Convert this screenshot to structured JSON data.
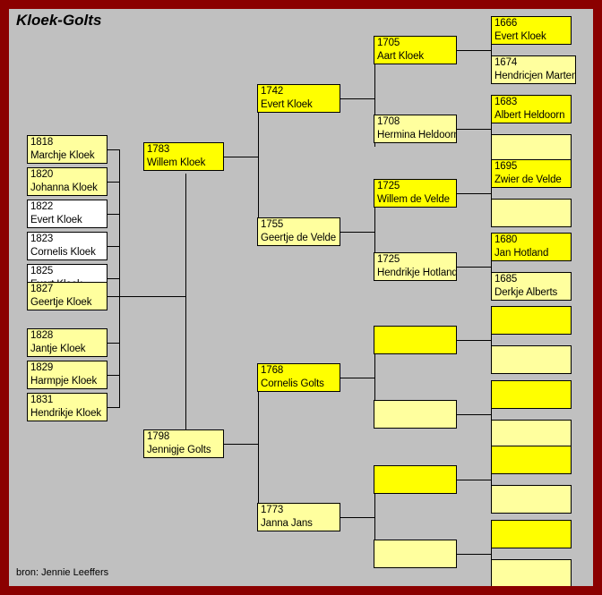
{
  "page": {
    "title": "Kloek-Golts",
    "footer": "bron: Jennie Leeffers",
    "frame_color": "#8b0000",
    "background_color": "#c0c0c0",
    "male_color": "#ffff00",
    "female_color": "#ffff9e",
    "unknown_color": "#ffffff",
    "line_color": "#000000"
  },
  "children": [
    {
      "year": "1818",
      "name": "Marchje Kloek",
      "fill": "female"
    },
    {
      "year": "1820",
      "name": "Johanna Kloek",
      "fill": "female"
    },
    {
      "year": "1822",
      "name": "Evert Kloek",
      "fill": "white"
    },
    {
      "year": "1823",
      "name": "Cornelis Kloek",
      "fill": "white"
    },
    {
      "year": "1825",
      "name": "Evert Kloek",
      "fill": "white"
    },
    {
      "year": "1827",
      "name": "Geertje Kloek",
      "fill": "female"
    },
    {
      "year": "1828",
      "name": "Jantje Kloek",
      "fill": "female"
    },
    {
      "year": "1829",
      "name": "Harmpje Kloek",
      "fill": "female"
    },
    {
      "year": "1831",
      "name": "Hendrikje Kloek",
      "fill": "female"
    }
  ],
  "parents": [
    {
      "year": "1783",
      "name": "Willem Kloek",
      "fill": "male"
    },
    {
      "year": "1798",
      "name": "Jennigje Golts",
      "fill": "female"
    }
  ],
  "grandparents": [
    {
      "year": "1742",
      "name": "Evert Kloek",
      "fill": "male"
    },
    {
      "year": "1755",
      "name": "Geertje de Velde",
      "fill": "female"
    },
    {
      "year": "1768",
      "name": "Cornelis Golts",
      "fill": "male"
    },
    {
      "year": "1773",
      "name": "Janna Jans",
      "fill": "female"
    }
  ],
  "great_grandparents": [
    {
      "year": "1705",
      "name": "Aart Kloek",
      "fill": "male"
    },
    {
      "year": "1708",
      "name": "Hermina Heldoorn",
      "fill": "female"
    },
    {
      "year": "1725",
      "name": "Willem de Velde",
      "fill": "male"
    },
    {
      "year": "1725",
      "name": "Hendrikje Hotland",
      "fill": "female"
    },
    {
      "year": "",
      "name": "",
      "fill": "male"
    },
    {
      "year": "",
      "name": "",
      "fill": "female"
    },
    {
      "year": "",
      "name": "",
      "fill": "male"
    },
    {
      "year": "",
      "name": "",
      "fill": "female"
    }
  ],
  "great_great_grandparents": [
    {
      "year": "1666",
      "name": "Evert Kloek",
      "fill": "male"
    },
    {
      "year": "1674",
      "name": "Hendricjen Martens",
      "fill": "female"
    },
    {
      "year": "1683",
      "name": "Albert Heldoorn",
      "fill": "male"
    },
    {
      "year": "",
      "name": "",
      "fill": "female"
    },
    {
      "year": "1695",
      "name": "Zwier de Velde",
      "fill": "male"
    },
    {
      "year": "",
      "name": "",
      "fill": "female"
    },
    {
      "year": "1680",
      "name": "Jan Hotland",
      "fill": "male"
    },
    {
      "year": "1685",
      "name": "Derkje Alberts",
      "fill": "female"
    },
    {
      "year": "",
      "name": "",
      "fill": "male"
    },
    {
      "year": "",
      "name": "",
      "fill": "female"
    },
    {
      "year": "",
      "name": "",
      "fill": "male"
    },
    {
      "year": "",
      "name": "",
      "fill": "female"
    },
    {
      "year": "",
      "name": "",
      "fill": "male"
    },
    {
      "year": "",
      "name": "",
      "fill": "female"
    },
    {
      "year": "",
      "name": "",
      "fill": "male"
    },
    {
      "year": "",
      "name": "",
      "fill": "female"
    }
  ]
}
